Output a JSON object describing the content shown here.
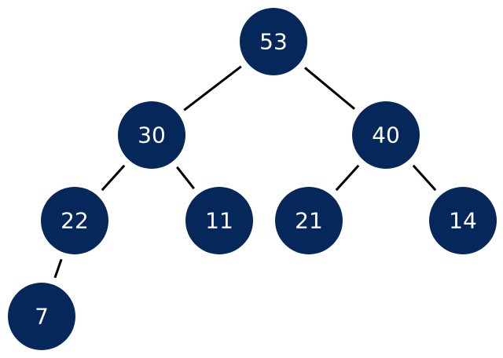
{
  "tree": {
    "node_color": "#052759",
    "label_color": "#ffffff",
    "edge_color": "#000000",
    "nodes": [
      {
        "id": "n53",
        "value": "53"
      },
      {
        "id": "n30",
        "value": "30"
      },
      {
        "id": "n40",
        "value": "40"
      },
      {
        "id": "n22",
        "value": "22"
      },
      {
        "id": "n11",
        "value": "11"
      },
      {
        "id": "n21",
        "value": "21"
      },
      {
        "id": "n14",
        "value": "14"
      },
      {
        "id": "n7",
        "value": "7"
      }
    ],
    "edges": [
      {
        "from": "n53",
        "to": "n30"
      },
      {
        "from": "n53",
        "to": "n40"
      },
      {
        "from": "n30",
        "to": "n22"
      },
      {
        "from": "n30",
        "to": "n11"
      },
      {
        "from": "n40",
        "to": "n21"
      },
      {
        "from": "n40",
        "to": "n14"
      },
      {
        "from": "n22",
        "to": "n7"
      }
    ]
  }
}
